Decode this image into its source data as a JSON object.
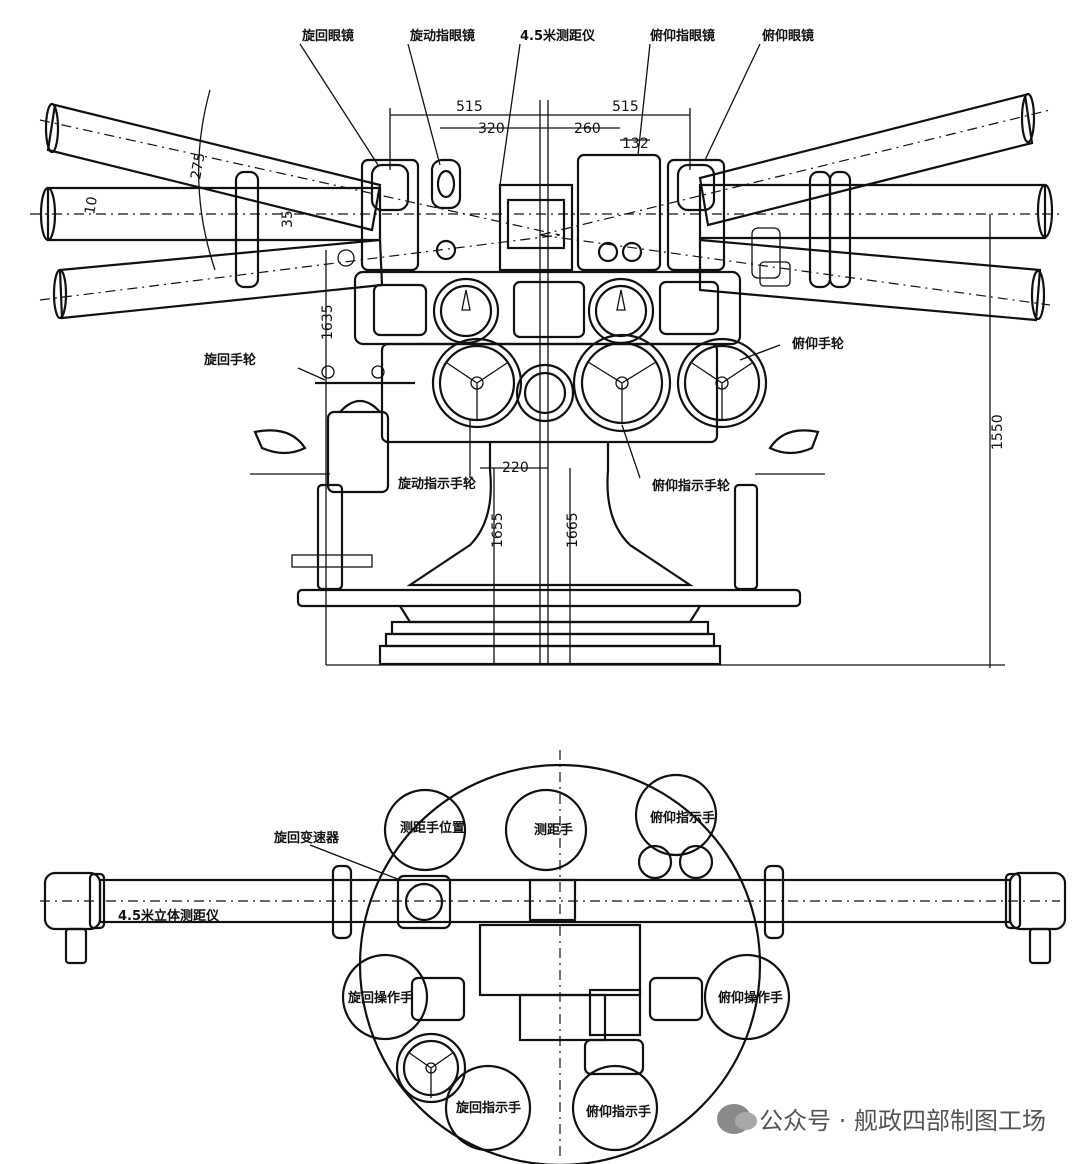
{
  "front_view": {
    "labels": {
      "traverse_eyepiece": "旋回眼镜",
      "training_pointer_eyepiece": "旋动指眼镜",
      "rangefinder": "4.5米测距仪",
      "elevation_pointer_eyepiece": "俯仰指眼镜",
      "elevation_eyepiece": "俯仰眼镜",
      "traverse_handwheel": "旋回手轮",
      "elevation_handwheel": "俯仰手轮",
      "training_pointer_handwheel": "旋动指示手轮",
      "elevation_pointer_handwheel": "俯仰指示手轮"
    },
    "dimensions": {
      "d515_left": "515",
      "d515_right": "515",
      "d320": "320",
      "d260": "260",
      "d132": "132",
      "d275": "275",
      "d10": "10",
      "d35": "35",
      "d1635": "1635",
      "d1550": "1550",
      "d220": "220",
      "d1655": "1655",
      "d1665": "1665"
    }
  },
  "plan_view": {
    "labels": {
      "traverse_control": "旋回变速器",
      "rangefinder": "4.5米立体测距仪",
      "left_top_circle": "测距手位置",
      "center_top_circle": "测距手",
      "right_top_circle": "俯仰指示手",
      "left_mid_circle": "旋回操作手",
      "right_mid_circle": "俯仰操作手",
      "bottom_left_circle": "旋回指示手",
      "bottom_center_circle": "俯仰指示手"
    }
  },
  "watermark": {
    "text": "公众号 · 舰政四部制图工场",
    "icon": "wechat-icon"
  }
}
